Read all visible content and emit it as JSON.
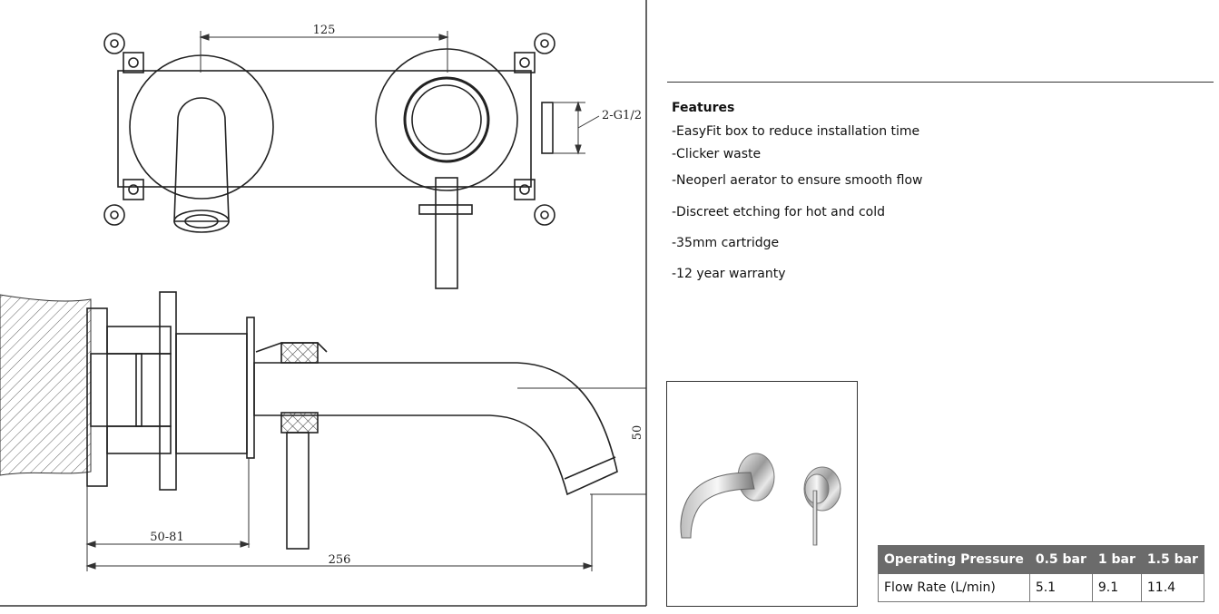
{
  "drawing": {
    "dim_width_top": "125",
    "dim_thread": "2-G1/2",
    "dim_spout_drop": "50",
    "dim_wall_depth": "50-81",
    "dim_total_projection": "256"
  },
  "features": {
    "title": "Features",
    "items": [
      "-EasyFit box to reduce installation time",
      "-Clicker waste",
      "-Neoperl aerator to ensure smooth flow",
      "-Discreet etching for hot and cold",
      "-35mm cartridge",
      "-12 year warranty"
    ]
  },
  "spec_table": {
    "headers": [
      "Operating Pressure",
      "0.5 bar",
      "1 bar",
      "1.5 bar"
    ],
    "row": [
      "Flow Rate (L/min)",
      "5.1",
      "9.1",
      "11.4"
    ]
  }
}
